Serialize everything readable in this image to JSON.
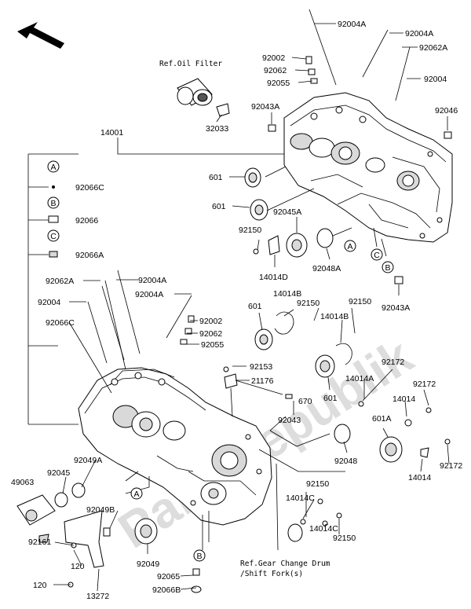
{
  "watermark": "PartsRepublik",
  "labels": {
    "p92004A_top": "92004A",
    "p92004A_2": "92004A",
    "p92062A_top": "92062A",
    "p92004_top": "92004",
    "p92002_top": "92002",
    "p92062_top": "92062",
    "p92055_top": "92055",
    "p92043A_top": "92043A",
    "p92046": "92046",
    "p32033": "32033",
    "p14001": "14001",
    "p601_a": "601",
    "p601_b": "601",
    "p92066C_key": "92066C",
    "p92066_key": "92066",
    "p92066A_key": "92066A",
    "p92045A": "92045A",
    "p92150_a": "92150",
    "p14014D": "14014D",
    "p92048A": "92048A",
    "p92043A_bot": "92043A",
    "p92062A_mid": "92062A",
    "p92004A_mid": "92004A",
    "p92004A_mid2": "92004A",
    "p92004_mid": "92004",
    "p92066C_mid": "92066C",
    "p92002_mid": "92002",
    "p92062_mid": "92062",
    "p92055_mid": "92055",
    "p601_c": "601",
    "p14014B_a": "14014B",
    "p92150_b": "92150",
    "p92150_c": "92150",
    "p14014B_b": "14014B",
    "p92153": "92153",
    "p21176": "21176",
    "p670": "670",
    "p601_d": "601",
    "p92172_a": "92172",
    "p14014A": "14014A",
    "p92172_b": "92172",
    "p14014_a": "14014",
    "p92043": "92043",
    "p601A": "601A",
    "p92048": "92048",
    "p92172_c": "92172",
    "p14014_b": "14014",
    "p92049A": "92049A",
    "p92045": "92045",
    "p49063": "49063",
    "p92049B": "92049B",
    "p92150_d": "92150",
    "p14014C_a": "14014C",
    "p14014C_b": "14014C",
    "p92150_e": "92150",
    "p92161": "92161",
    "p120_a": "120",
    "p92049": "92049",
    "p120_b": "120",
    "p92065": "92065",
    "p13272": "13272",
    "p92066B": "92066B"
  },
  "refs": {
    "oil_filter": "Ref.Oil Filter",
    "gear_change_1": "Ref.Gear Change Drum",
    "gear_change_2": "/Shift Fork(s)"
  },
  "callouts": {
    "A": "A",
    "B": "B",
    "C": "C"
  }
}
